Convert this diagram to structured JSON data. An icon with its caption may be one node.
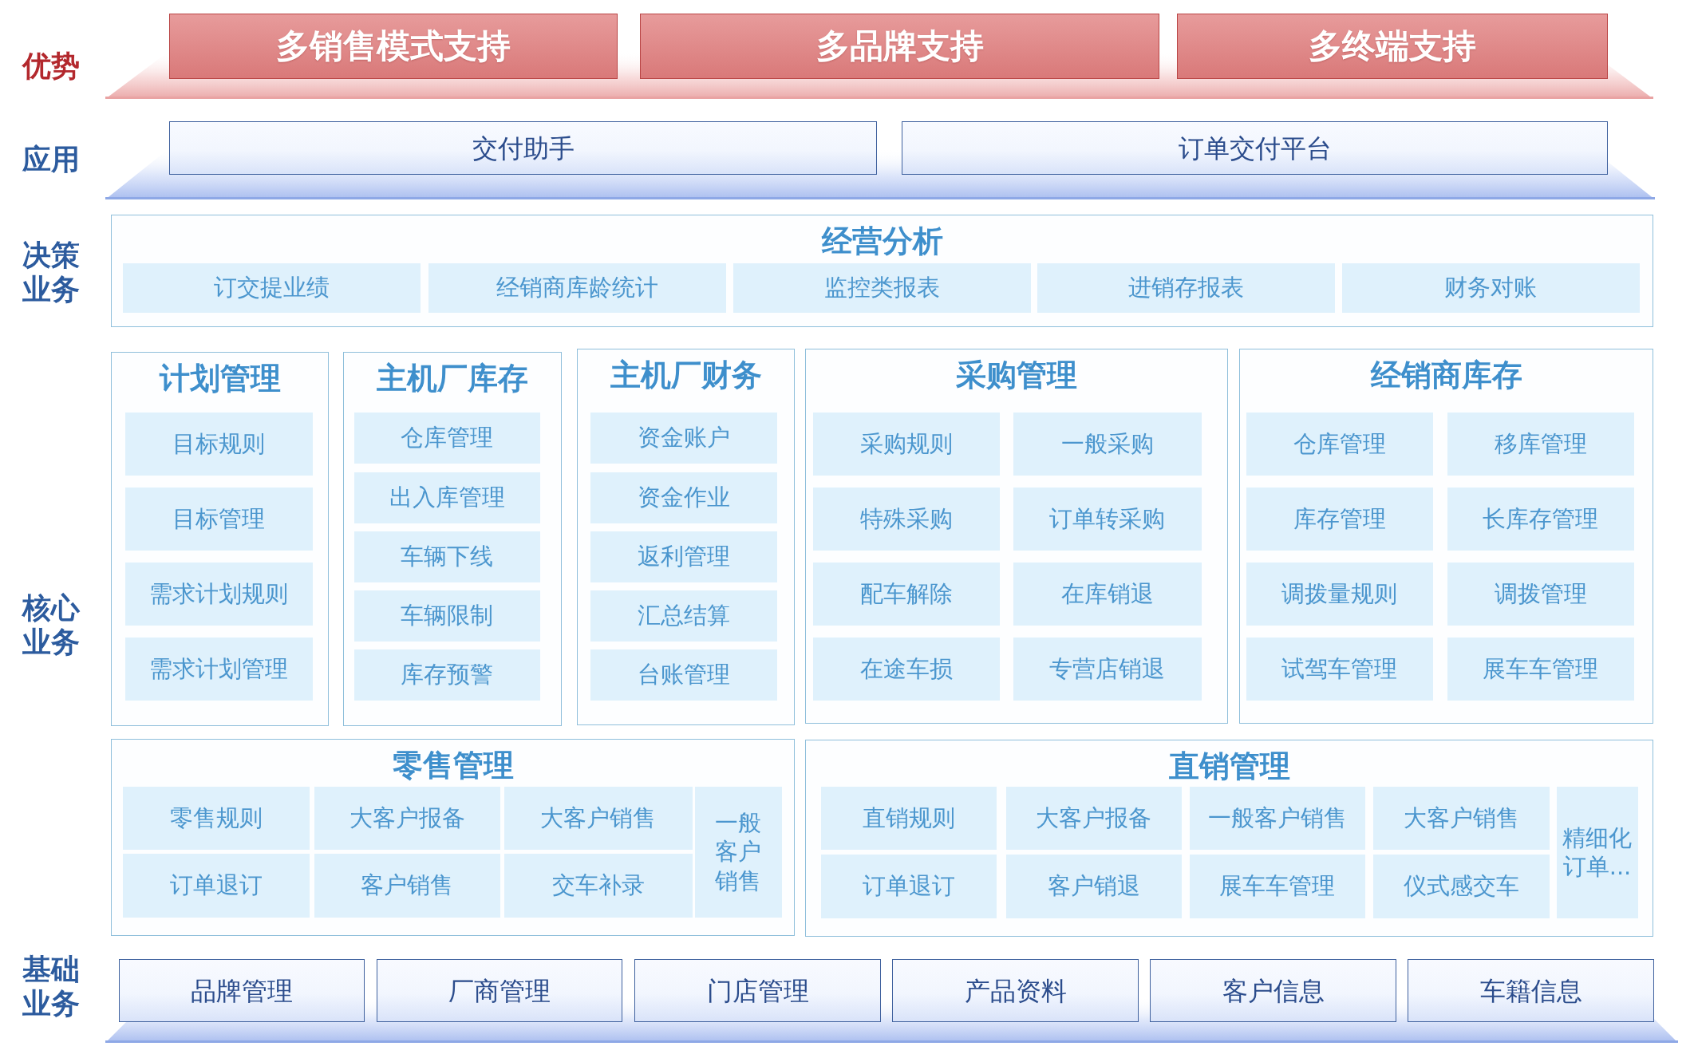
{
  "diagram": {
    "nodes": [
      {
        "text": [
          "多销售模式支持"
        ]
      },
      {
        "text": [
          "多品牌支持"
        ]
      },
      {
        "text": [
          "多终端支持"
        ]
      },
      {
        "text": [
          "交付助手"
        ]
      },
      {
        "text": [
          "订单交付平台"
        ]
      },
      {
        "text": [
          "经营分析"
        ]
      },
      {
        "text": [
          "订交提业绩"
        ],
        "in": 5
      },
      {
        "text": [
          "经销商库龄统计"
        ],
        "in": 5
      },
      {
        "text": [
          "监控类报表"
        ],
        "in": 5
      },
      {
        "text": [
          "进销存报表"
        ],
        "in": 5
      },
      {
        "text": [
          "财务对账"
        ],
        "in": 5
      },
      {
        "text": [
          "计划管理"
        ]
      },
      {
        "text": [
          "目标规则"
        ],
        "in": 11
      },
      {
        "text": [
          "目标管理"
        ],
        "in": 11
      },
      {
        "text": [
          "需求计划规则"
        ],
        "in": 11
      },
      {
        "text": [
          "需求计划管理"
        ],
        "in": 11
      },
      {
        "text": [
          "主机厂库存"
        ]
      },
      {
        "text": [
          "仓库管理"
        ],
        "in": 16
      },
      {
        "text": [
          "出入库管理"
        ],
        "in": 16
      },
      {
        "text": [
          "车辆下线"
        ],
        "in": 16
      },
      {
        "text": [
          "车辆限制"
        ],
        "in": 16
      },
      {
        "text": [
          "库存预警"
        ],
        "in": 16
      },
      {
        "text": [
          "主机厂财务"
        ]
      },
      {
        "text": [
          "资金账户"
        ],
        "in": 22
      },
      {
        "text": [
          "资金作业"
        ],
        "in": 22
      },
      {
        "text": [
          "返利管理"
        ],
        "in": 22
      },
      {
        "text": [
          "汇总结算"
        ],
        "in": 22
      },
      {
        "text": [
          "台账管理"
        ],
        "in": 22
      },
      {
        "text": [
          "采购管理"
        ]
      },
      {
        "text": [
          "采购规则"
        ],
        "in": 28
      },
      {
        "text": [
          "一般采购"
        ],
        "in": 28
      },
      {
        "text": [
          "特殊采购"
        ],
        "in": 28
      },
      {
        "text": [
          "订单转采购"
        ],
        "in": 28
      },
      {
        "text": [
          "配车解除"
        ],
        "in": 28
      },
      {
        "text": [
          "在库销退"
        ],
        "in": 28
      },
      {
        "text": [
          "在途车损"
        ],
        "in": 28
      },
      {
        "text": [
          "专营店销退"
        ],
        "in": 28
      },
      {
        "text": [
          "经销商库存"
        ]
      },
      {
        "text": [
          "仓库管理"
        ],
        "in": 37
      },
      {
        "text": [
          "移库管理"
        ],
        "in": 37
      },
      {
        "text": [
          "库存管理"
        ],
        "in": 37
      },
      {
        "text": [
          "长库存管理"
        ],
        "in": 37
      },
      {
        "text": [
          "调拨量规则"
        ],
        "in": 37
      },
      {
        "text": [
          "调拨管理"
        ],
        "in": 37
      },
      {
        "text": [
          "试驾车管理"
        ],
        "in": 37
      },
      {
        "text": [
          "展车车管理"
        ],
        "in": 37
      },
      {
        "text": [
          "零售管理"
        ]
      },
      {
        "text": [
          "零售规则"
        ],
        "in": 46
      },
      {
        "text": [
          "大客户报备"
        ],
        "in": 46
      },
      {
        "text": [
          "大客户销售"
        ],
        "in": 46
      },
      {
        "text": [
          "一般客户销售"
        ],
        "in": 46
      },
      {
        "text": [
          "订单退订"
        ],
        "in": 46
      },
      {
        "text": [
          "客户销售"
        ],
        "in": 46
      },
      {
        "text": [
          "交车补录"
        ],
        "in": 46
      },
      {
        "text": [
          "直销管理"
        ]
      },
      {
        "text": [
          "直销规则"
        ],
        "in": 54
      },
      {
        "text": [
          "大客户报备"
        ],
        "in": 54
      },
      {
        "text": [
          "一般客户销售"
        ],
        "in": 54
      },
      {
        "text": [
          "大客户销售"
        ],
        "in": 54
      },
      {
        "text": [
          "精细化订单..."
        ],
        "in": 54
      },
      {
        "text": [
          "订单退订"
        ],
        "in": 54
      },
      {
        "text": [
          "客户销退"
        ],
        "in": 54
      },
      {
        "text": [
          "展车车管理"
        ],
        "in": 54
      },
      {
        "text": [
          "仪式感交车"
        ],
        "in": 54
      },
      {
        "text": [
          "品牌管理"
        ]
      },
      {
        "text": [
          "厂商管理"
        ]
      },
      {
        "text": [
          "门店管理"
        ]
      },
      {
        "text": [
          "产品资料"
        ]
      },
      {
        "text": [
          "客户信息"
        ]
      },
      {
        "text": [
          "车籍信息"
        ]
      }
    ],
    "labels": [
      "优势",
      "应用",
      "决策业务",
      "核心业务",
      "基础业务"
    ]
  }
}
